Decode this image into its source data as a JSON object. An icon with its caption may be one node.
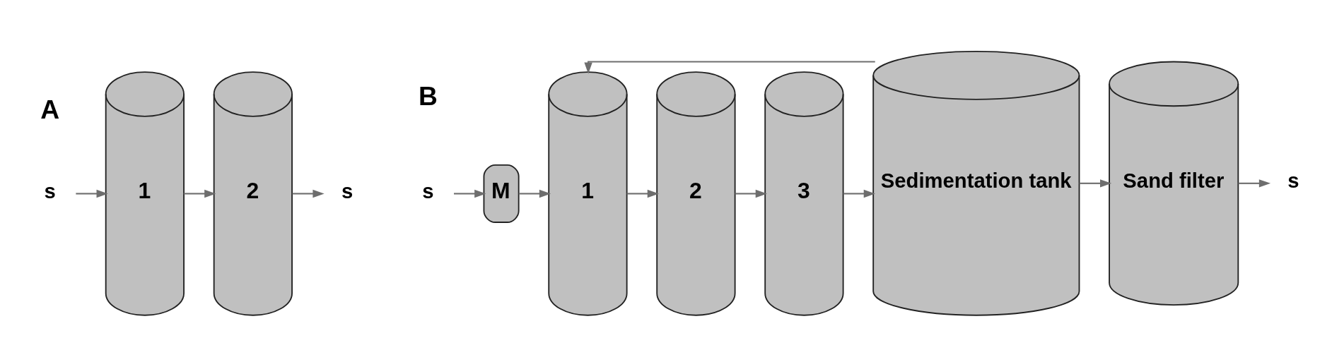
{
  "diagram": {
    "nodes": [
      {
        "text": [
          "s"
        ]
      },
      {
        "text": [
          "1"
        ]
      },
      {
        "text": [
          "2"
        ]
      },
      {
        "text": [
          "s"
        ]
      },
      {
        "text": [
          "s"
        ]
      },
      {
        "text": [
          "M"
        ]
      },
      {
        "text": [
          "1"
        ]
      },
      {
        "text": [
          "2"
        ]
      },
      {
        "text": [
          "3"
        ]
      },
      {
        "text": [
          "Sedimentation tank"
        ]
      },
      {
        "text": [
          "Sand filter"
        ]
      },
      {
        "text": [
          "s"
        ]
      }
    ],
    "edges": [
      {
        "from": 0,
        "to": 1,
        "arrow": "to"
      },
      {
        "from": 1,
        "to": 2,
        "arrow": "to"
      },
      {
        "from": 2,
        "to": 3,
        "arrow": "to"
      },
      {
        "from": 4,
        "to": 5,
        "arrow": "to"
      },
      {
        "from": 5,
        "to": 6,
        "arrow": "to"
      },
      {
        "from": 6,
        "to": 7,
        "arrow": "to"
      },
      {
        "from": 7,
        "to": 8,
        "arrow": "to"
      },
      {
        "from": 8,
        "to": 9,
        "arrow": "to"
      },
      {
        "from": 9,
        "to": 10,
        "arrow": "to"
      },
      {
        "from": 10,
        "to": 11,
        "arrow": "to"
      },
      {
        "from": 9,
        "to": 6,
        "arrow": "to"
      }
    ],
    "labels": [
      "A",
      "B"
    ]
  }
}
